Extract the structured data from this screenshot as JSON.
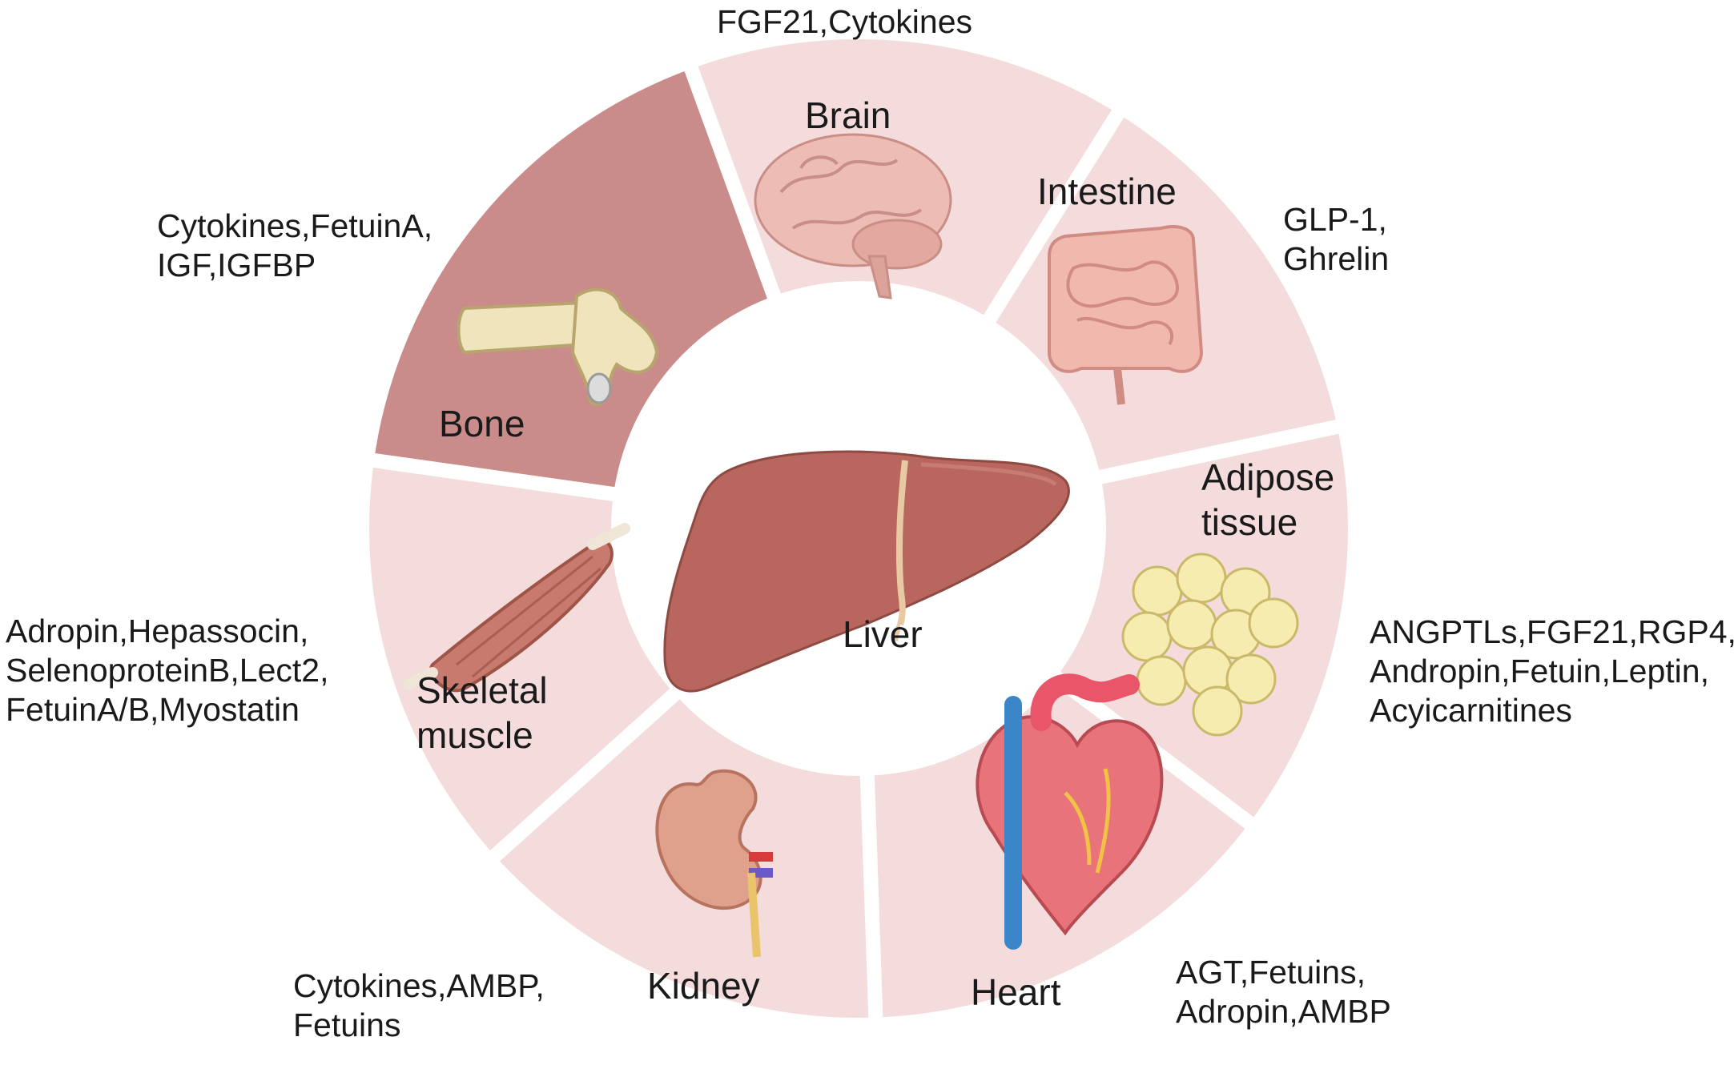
{
  "center": {
    "label": "Liver"
  },
  "organs": {
    "brain": {
      "label": "Brain",
      "factors": [
        "FGF21,Cytokines"
      ]
    },
    "intestine": {
      "label": "Intestine",
      "factors": [
        "GLP-1,",
        "Ghrelin"
      ]
    },
    "adipose": {
      "label_lines": [
        "Adipose",
        "tissue"
      ],
      "factors": [
        "ANGPTLs,FGF21,RGP4,",
        "Andropin,Fetuin,Leptin,",
        "Acyicarnitines"
      ]
    },
    "heart": {
      "label": "Heart",
      "factors": [
        "AGT,Fetuins,",
        "Adropin,AMBP"
      ]
    },
    "kidney": {
      "label": "Kidney",
      "factors": [
        "Cytokines,AMBP,",
        "Fetuins"
      ]
    },
    "skeletal_muscle": {
      "label_lines": [
        "Skeletal",
        "muscle"
      ],
      "factors": [
        "Adropin,Hepassocin,",
        "SelenoproteinB,Lect2,",
        "FetuinA/B,Myostatin"
      ]
    },
    "bone": {
      "label": "Bone",
      "factors": [
        "Cytokines,FetuinA,",
        "IGF,IGFBP"
      ]
    }
  },
  "colors": {
    "segment": "#f5dcdc",
    "segment_highlight": "#c98c8a",
    "liver": "#b9675e",
    "gap": "#ffffff"
  }
}
